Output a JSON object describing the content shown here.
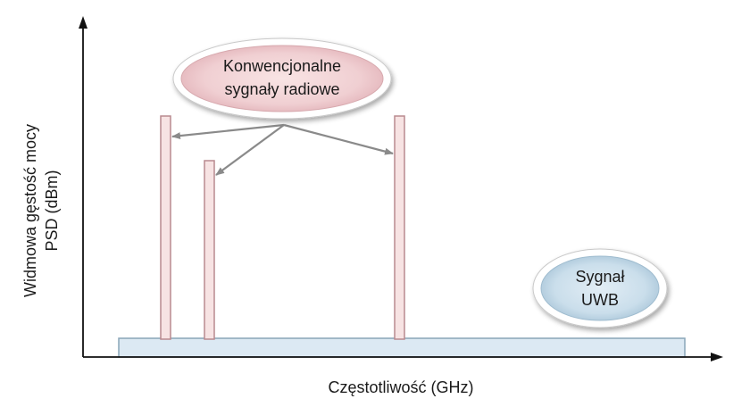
{
  "axes": {
    "y_label_line1": "Widmowa gęstość mocy",
    "y_label_line2": "PSD (dBm)",
    "x_label": "Częstotliwość (GHz)"
  },
  "callouts": {
    "conventional": {
      "line1": "Konwencjonalne",
      "line2": "sygnały radiowe"
    },
    "uwb": {
      "line1": "Sygnał",
      "line2": "UWB"
    }
  },
  "colors": {
    "narrowband_fill": "#f7e3e3",
    "narrowband_stroke": "#b98a8f",
    "uwb_fill": "#dce9f3",
    "uwb_stroke": "#8aa6b8",
    "arrow": "#8a8a8a",
    "axis": "#111111"
  }
}
